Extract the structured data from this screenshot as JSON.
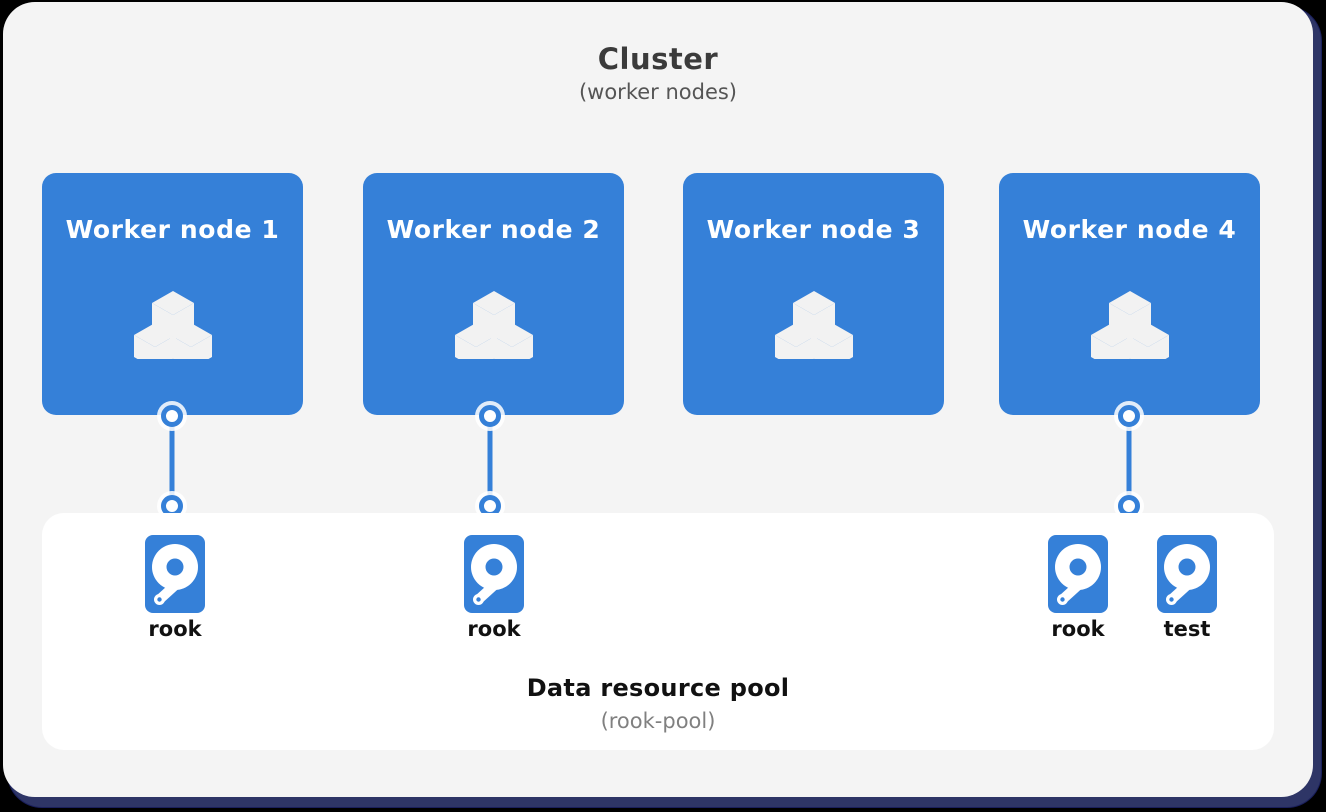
{
  "diagram": {
    "type": "architecture-diagram",
    "colors": {
      "accent_blue": "#3580d8",
      "card_background": "#f4f4f4",
      "pool_background": "#ffffff",
      "shadow": "#2e3566",
      "title_text": "#3b3b3b",
      "subtitle_text": "#555555",
      "pool_subtitle_text": "#808080"
    }
  },
  "cluster": {
    "title": "Cluster",
    "subtitle": "(worker nodes)",
    "nodes": [
      {
        "label": "Worker node 1",
        "icon": "cubes-icon",
        "has_disk_connector": true
      },
      {
        "label": "Worker node 2",
        "icon": "cubes-icon",
        "has_disk_connector": true
      },
      {
        "label": "Worker node 3",
        "icon": "cubes-icon",
        "has_disk_connector": false
      },
      {
        "label": "Worker node 4",
        "icon": "cubes-icon",
        "has_disk_connector": true
      }
    ]
  },
  "pool": {
    "title": "Data resource pool",
    "subtitle": "(rook-pool)",
    "disks": [
      {
        "label": "rook",
        "icon": "hard-disk-icon"
      },
      {
        "label": "rook",
        "icon": "hard-disk-icon"
      },
      {
        "label": "rook",
        "icon": "hard-disk-icon"
      },
      {
        "label": "test",
        "icon": "hard-disk-icon"
      }
    ]
  },
  "connectors": [
    {
      "from": "Worker node 1",
      "to": "rook"
    },
    {
      "from": "Worker node 2",
      "to": "rook"
    },
    {
      "from": "Worker node 4",
      "to": "rook"
    }
  ]
}
